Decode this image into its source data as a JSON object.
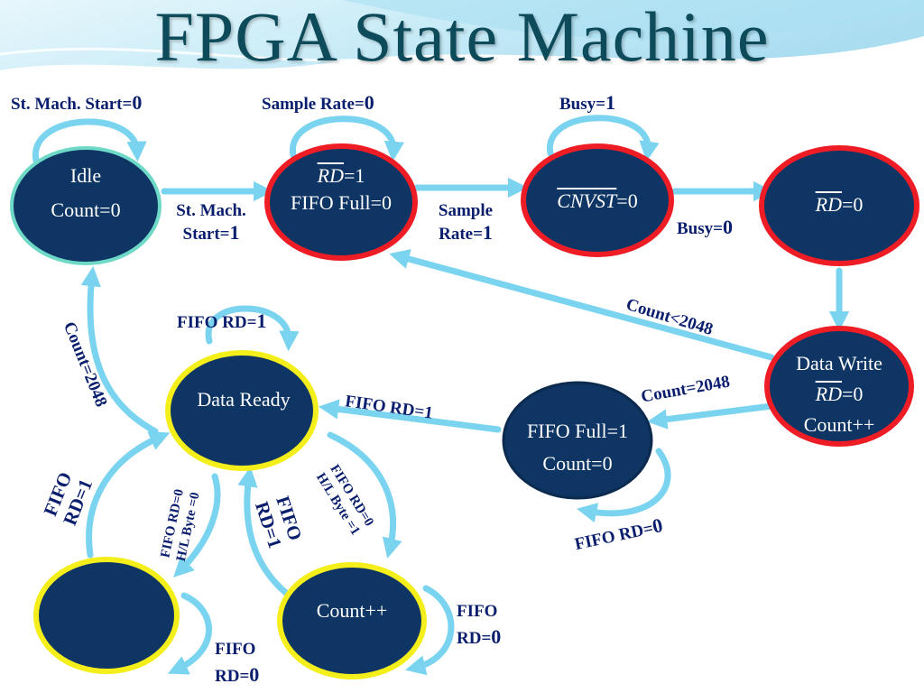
{
  "title": "FPGA State Machine",
  "states": {
    "idle": {
      "line1": "Idle",
      "line2": "Count=0"
    },
    "fifo_full_wait": {
      "rd_symbol": "RD",
      "rd_value": "=1",
      "line2": "FIFO Full=0"
    },
    "convert": {
      "symbol": "CNVST",
      "value": "=0"
    },
    "read": {
      "symbol": "RD",
      "value": "=0"
    },
    "data_write": {
      "line1": "Data Write",
      "rd_symbol": "RD",
      "rd_value": "=0",
      "line3": "Count++"
    },
    "fifo_full": {
      "line1": "FIFO Full=1",
      "line2": "Count=0"
    },
    "data_ready": {
      "line1": "Data Ready"
    },
    "count_inc": {
      "line1": "Count++"
    }
  },
  "transitions": {
    "st_mach_start_0": {
      "text": "St. Mach. Start=",
      "value": "0"
    },
    "sample_rate_0": {
      "text": "Sample Rate=",
      "value": "0"
    },
    "busy_1": {
      "text": "Busy=",
      "value": "1"
    },
    "st_mach_start_1": {
      "line1": "St. Mach.",
      "line2": "Start=",
      "value": "1"
    },
    "sample_rate_1": {
      "line1": "Sample",
      "line2": "Rate=",
      "value": "1"
    },
    "busy_0": {
      "text": "Busy=",
      "value": "0"
    },
    "count_lt_2048": {
      "text": "Count<2048"
    },
    "count_eq_2048_right": {
      "text": "Count=2048"
    },
    "count_eq_2048_left": {
      "text": "Count=2048"
    },
    "fifo_rd_1_top": {
      "text": "FIFO RD=",
      "value": "1"
    },
    "fifo_rd_1_mid": {
      "text": "FIFO RD=1"
    },
    "fifo_rd_0_fifo_full": {
      "text": "FIFO RD=",
      "value": "0"
    },
    "fifo_rd_1_left": {
      "line1": "FIFO",
      "line2": "RD=1"
    },
    "fifo_rd_0_hl_left": {
      "line1": "FIFO RD=0",
      "line2": "H/L Byte =0"
    },
    "fifo_rd_1_center": {
      "line1": "FIFO",
      "line2": "RD=1"
    },
    "fifo_rd_0_hl_right": {
      "line1": "FIFO RD=0",
      "line2": "H/L Byte =1"
    },
    "fifo_rd_0_bottom_left": {
      "line1": "FIFO",
      "line2": "RD=",
      "value": "0"
    },
    "fifo_rd_0_bottom_right": {
      "line1": "FIFO",
      "line2": "RD=",
      "value": "0"
    }
  },
  "colors": {
    "node_fill": "#0e3563",
    "ring_teal": "#6fd9c8",
    "ring_red": "#ee1c24",
    "ring_yellow": "#f4ee1a",
    "ring_dark": "#0b2a4e",
    "arrow": "#7ad4f0",
    "title": "#0d4a5a",
    "label": "#0a1e6e"
  }
}
